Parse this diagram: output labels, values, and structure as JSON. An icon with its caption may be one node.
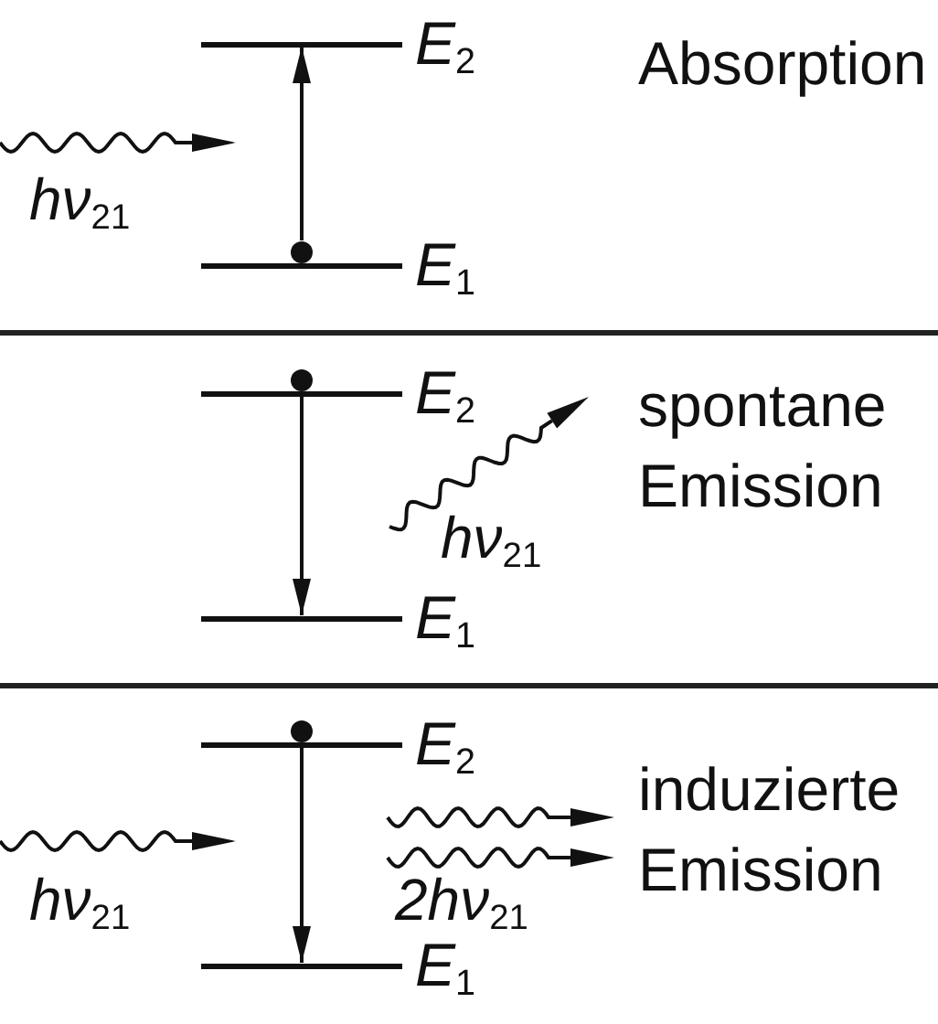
{
  "diagram": {
    "nodes": [
      {
        "text": [],
        "shape": "bar",
        "beside": [
          "*E*$_{2}$"
        ]
      },
      {
        "text": [],
        "shape": "circle"
      },
      {
        "text": [],
        "shape": "bar",
        "beside": [
          "*E*$_{1}$"
        ]
      },
      {
        "text": [],
        "shape": "circle"
      },
      {
        "text": [],
        "shape": "bar",
        "beside": [
          "*E*$_{2}$"
        ]
      },
      {
        "text": [],
        "shape": "bar",
        "beside": [
          "*E*$_{1}$"
        ]
      },
      {
        "text": [],
        "shape": "circle"
      },
      {
        "text": [],
        "shape": "bar",
        "beside": [
          "*E*$_{2}$"
        ]
      },
      {
        "text": [],
        "shape": "bar",
        "beside": [
          "*E*$_{1}$"
        ]
      }
    ],
    "edges": [
      {
        "from": 1,
        "to": 0,
        "arrow": "to"
      },
      {
        "from": 4,
        "to": 5,
        "arrow": "to"
      },
      {
        "from": 7,
        "to": 8,
        "arrow": "to"
      }
    ],
    "labels": [
      "Absorption",
      "*hν*$_{21}$",
      "spontane Emission",
      "*hν*$_{21}$",
      "induzierte Emission",
      "*hν*$_{21}$",
      "*2hν*$_{21}$"
    ]
  }
}
